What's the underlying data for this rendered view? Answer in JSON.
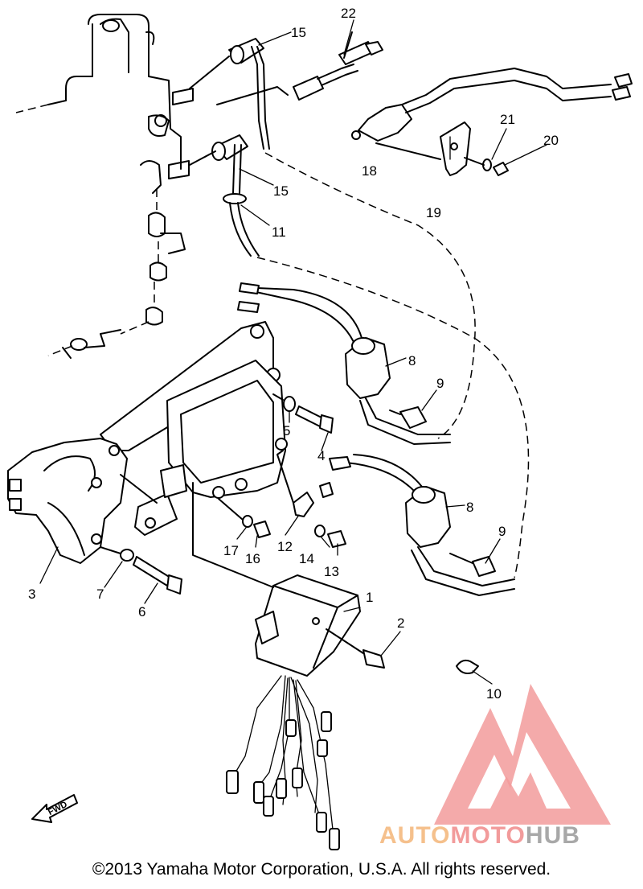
{
  "diagram": {
    "callouts": [
      {
        "label": "1"
      },
      {
        "label": "2"
      },
      {
        "label": "3"
      },
      {
        "label": "4"
      },
      {
        "label": "5"
      },
      {
        "label": "6"
      },
      {
        "label": "7"
      },
      {
        "label": "8"
      },
      {
        "label": "8"
      },
      {
        "label": "9"
      },
      {
        "label": "9"
      },
      {
        "label": "10"
      },
      {
        "label": "11"
      },
      {
        "label": "12"
      },
      {
        "label": "13"
      },
      {
        "label": "14"
      },
      {
        "label": "15"
      },
      {
        "label": "15"
      },
      {
        "label": "16"
      },
      {
        "label": "17"
      },
      {
        "label": "18"
      },
      {
        "label": "19"
      },
      {
        "label": "20"
      },
      {
        "label": "21"
      },
      {
        "label": "22"
      }
    ],
    "fwd_label": "FWD"
  },
  "footer": {
    "copyright": "©2013 Yamaha Motor Corporation, U.S.A. All rights reserved."
  },
  "watermark": {
    "part1": "AUTO",
    "part2": "MOTO",
    "part3": "HUB",
    "colors": {
      "orange": "#f5c08c",
      "red": "#f29b9b",
      "gray": "#a8a8a8"
    }
  }
}
